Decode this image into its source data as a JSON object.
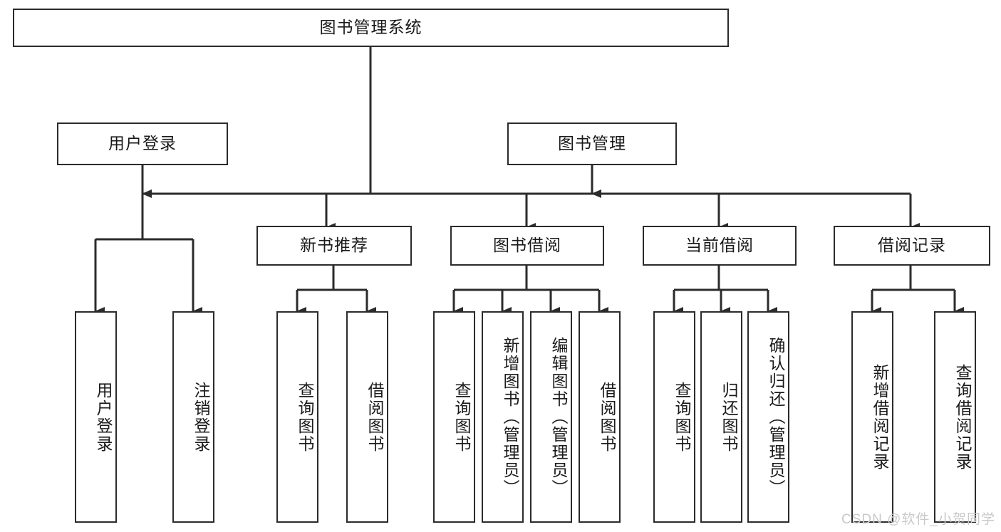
{
  "diagram": {
    "title": "图书管理系统",
    "type": "hierarchy-tree",
    "watermark": "CSDN @软件_小贺同学",
    "colors": {
      "stroke": "#2b2b2b",
      "fill": "#ffffff",
      "text": "#1a1a1a",
      "watermark": "#c9c9c9"
    },
    "root": {
      "label": "图书管理系统"
    },
    "level2": [
      {
        "label": "用户登录"
      },
      {
        "label": "图书管理"
      }
    ],
    "level3": [
      {
        "label": "新书推荐"
      },
      {
        "label": "图书借阅"
      },
      {
        "label": "当前借阅"
      },
      {
        "label": "借阅记录"
      }
    ],
    "leaves": {
      "user_login": [
        {
          "label": "用户登录"
        },
        {
          "label": "注销登录"
        }
      ],
      "new_book_recommend": [
        {
          "label": "查询图书"
        },
        {
          "label": "借阅图书"
        }
      ],
      "book_borrow": [
        {
          "label": "查询图书"
        },
        {
          "label": "新增图书（管理员）"
        },
        {
          "label": "编辑图书（管理员）"
        },
        {
          "label": "借阅图书"
        }
      ],
      "current_borrow": [
        {
          "label": "查询图书"
        },
        {
          "label": "归还图书"
        },
        {
          "label": "确认归还（管理员）"
        }
      ],
      "borrow_record": [
        {
          "label": "新增借阅记录"
        },
        {
          "label": "查询借阅记录"
        }
      ]
    }
  }
}
